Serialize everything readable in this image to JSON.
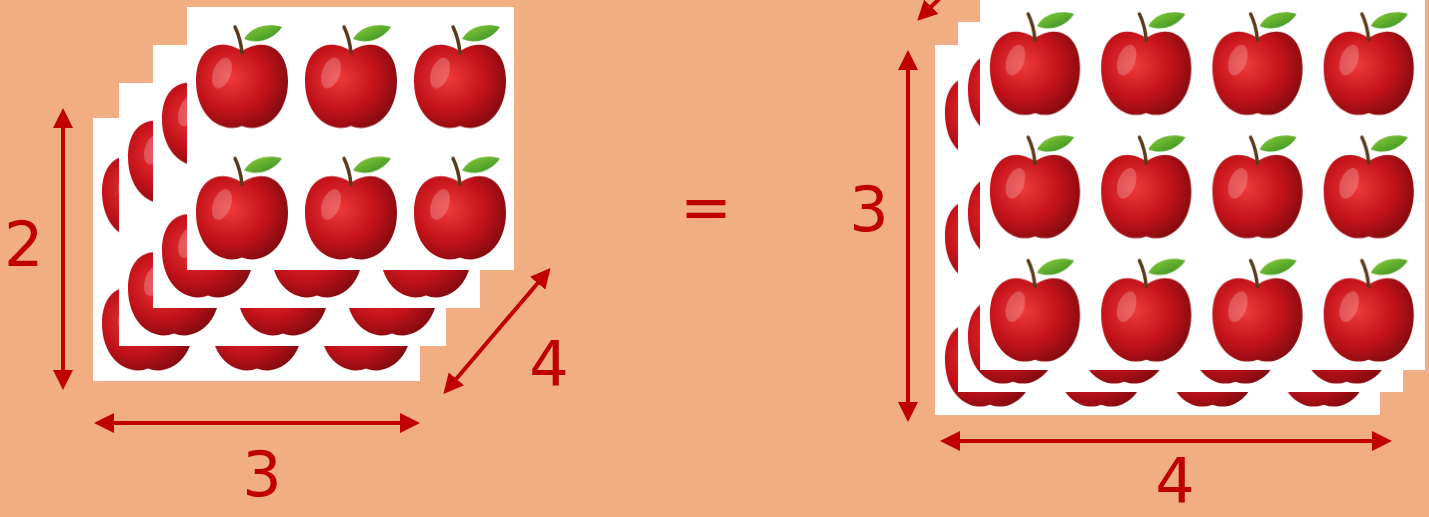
{
  "diagram": {
    "labels": [
      "2",
      "3",
      "4",
      "=",
      "3",
      "4"
    ]
  }
}
